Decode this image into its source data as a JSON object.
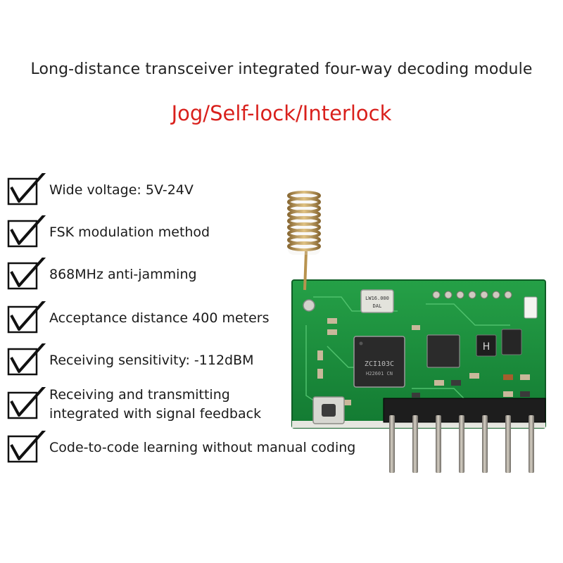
{
  "header": {
    "title": "Long-distance transceiver integrated four-way decoding module",
    "subtitle": "Jog/Self-lock/Interlock"
  },
  "features": [
    {
      "line1": "Wide voltage: 5V-24V",
      "line2": ""
    },
    {
      "line1": "FSK modulation method",
      "line2": ""
    },
    {
      "line1": "868MHz anti-jamming",
      "line2": ""
    },
    {
      "line1": "Acceptance distance 400 meters",
      "line2": ""
    },
    {
      "line1": "Receiving sensitivity: -112dBM",
      "line2": ""
    },
    {
      "line1": "Receiving and transmitting",
      "line2": "integrated with signal feedback"
    },
    {
      "line1": "Code-to-code learning without manual coding",
      "line2": ""
    }
  ],
  "module": {
    "main_chip_text": "ZCI103C",
    "main_chip_subtext": "H22601 CN",
    "crystal_text": "LW16.000",
    "crystal_subtext": "DAL",
    "inductor_label": "H"
  },
  "colors": {
    "title": "#222222",
    "subtitle": "#d9201c",
    "pcb_green": "#1f8a3c",
    "pin_gold": "#c9a86a"
  }
}
